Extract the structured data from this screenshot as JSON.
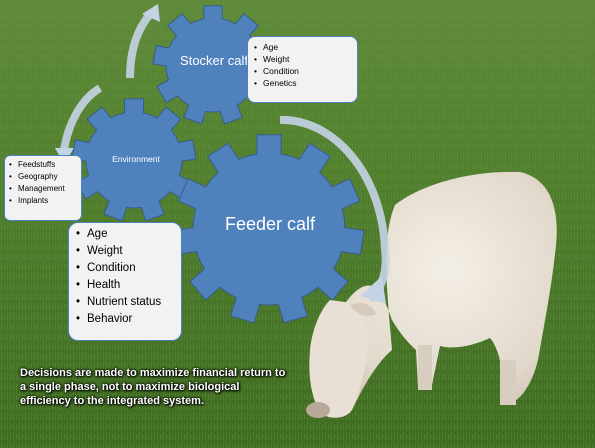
{
  "diagram": {
    "gears": [
      {
        "id": "stocker",
        "label": "Stocker calf"
      },
      {
        "id": "environment",
        "label": "Environment"
      },
      {
        "id": "feeder",
        "label": "Feeder calf"
      }
    ],
    "stocker_factors": [
      "Age",
      "Weight",
      "Condition",
      "Genetics"
    ],
    "environment_factors": [
      "Feedstuffs",
      "Geography",
      "Management",
      "Implants"
    ],
    "feeder_factors": [
      "Age",
      "Weight",
      "Condition",
      "Health",
      "Nutrient status",
      "Behavior"
    ],
    "colors": {
      "gear_fill": "#4f81bd",
      "gear_stroke": "#385d8a",
      "arrow": "#c5d3e6",
      "box_fill": "#f2f2f2",
      "box_border": "#4f81bd"
    }
  },
  "caption": "Decisions are made to maximize financial return to a single phase, not to maximize biological efficiency to the integrated system.",
  "background": {
    "description_icon": "grazing-cow-photo"
  }
}
